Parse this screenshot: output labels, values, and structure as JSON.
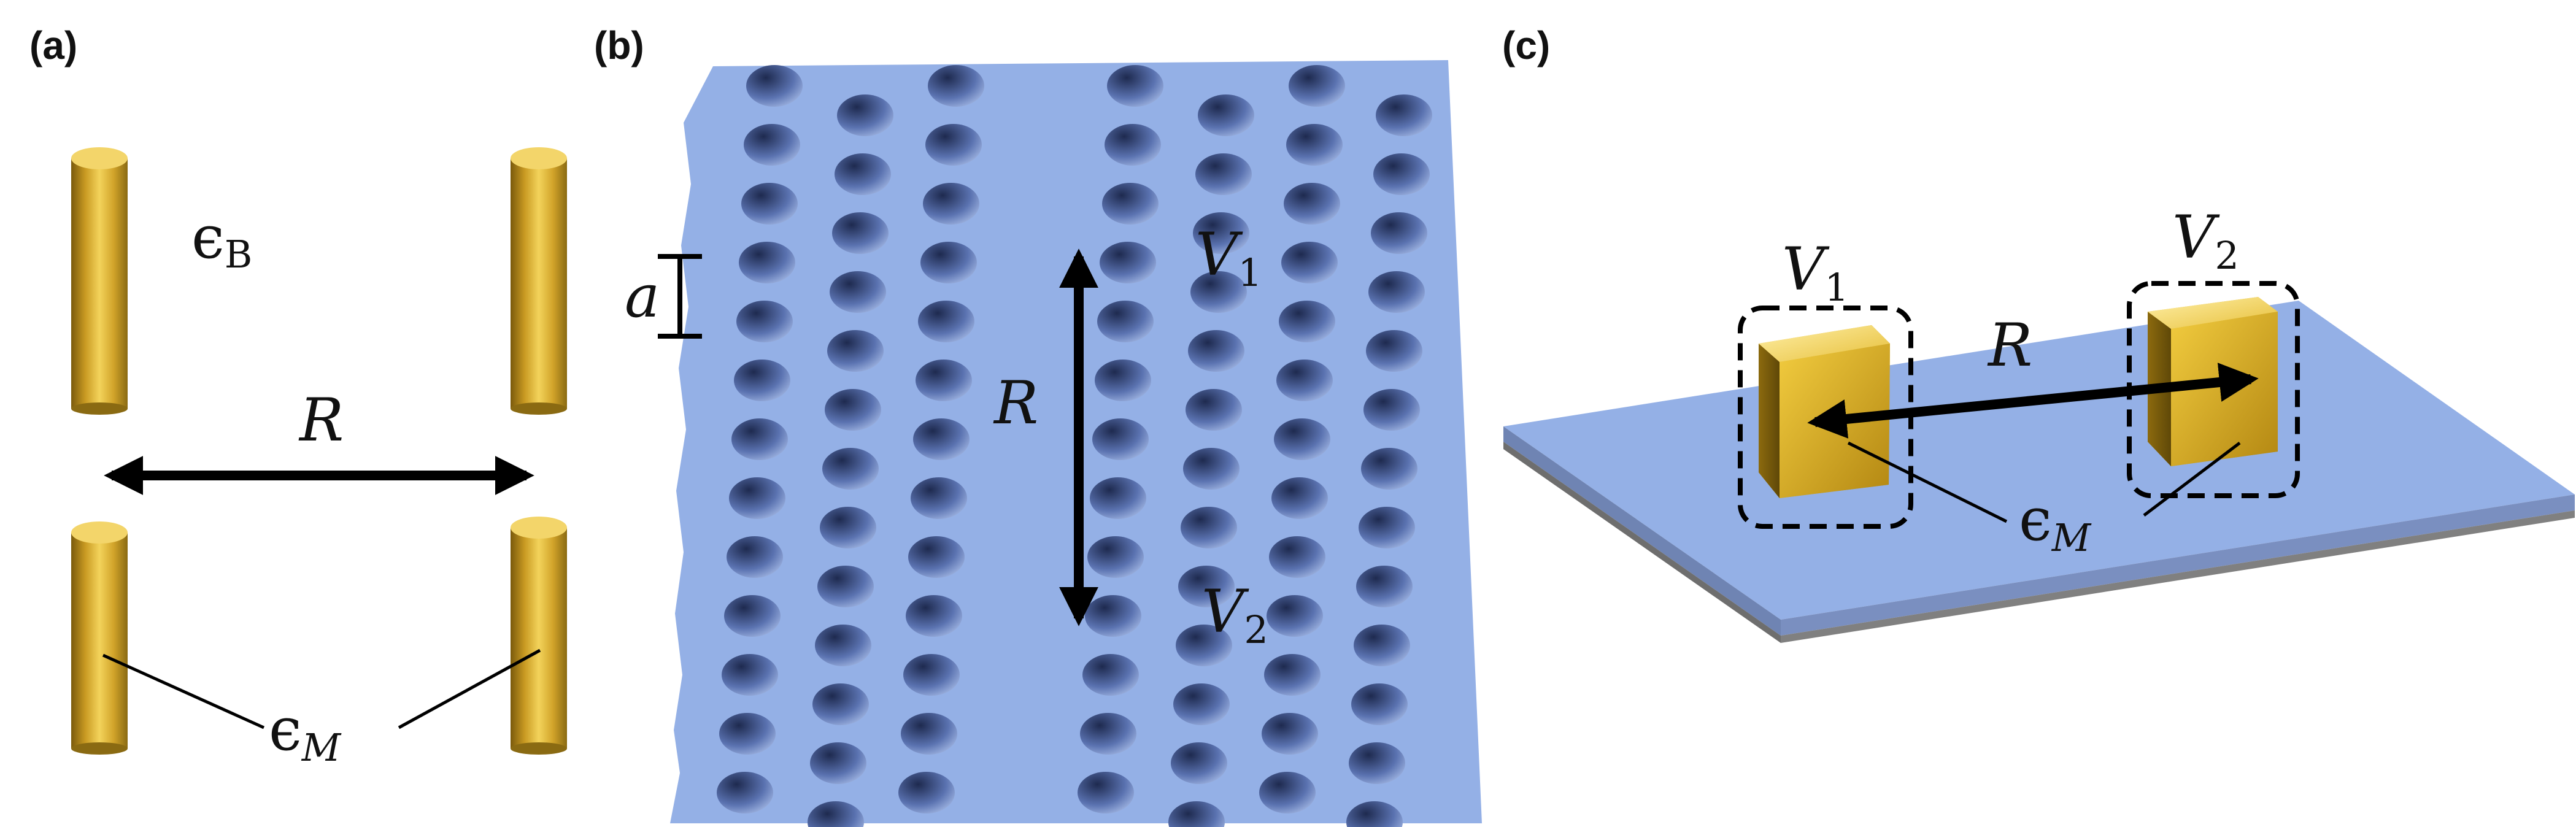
{
  "panels": {
    "a": {
      "label": "(a)",
      "background_symbol": "ϵ",
      "background_subscript": "B",
      "distance_label": "R",
      "material_symbol": "ϵ",
      "material_subscript": "M"
    },
    "b": {
      "label": "(b)",
      "lattice_label": "a",
      "distance_label": "R",
      "volume1_symbol": "V",
      "volume1_subscript": "1",
      "volume2_symbol": "V",
      "volume2_subscript": "2"
    },
    "c": {
      "label": "(c)",
      "volume1_symbol": "V",
      "volume1_subscript": "1",
      "volume2_symbol": "V",
      "volume2_subscript": "2",
      "distance_label": "R",
      "material_symbol": "ϵ",
      "material_subscript": "M"
    }
  },
  "colors": {
    "gold_light": "#f6dc6a",
    "gold_mid": "#d8ae2a",
    "gold_dark": "#8a6a12",
    "slab_blue": "#94b0e6",
    "slab_edge": "#7a7a7a",
    "hole_shadow": "#4a5f96"
  },
  "icons": [
    "gold-rod-icon",
    "gold-cube-icon",
    "double-arrow-icon",
    "photonic-crystal-slab-icon",
    "substrate-slab-icon"
  ]
}
